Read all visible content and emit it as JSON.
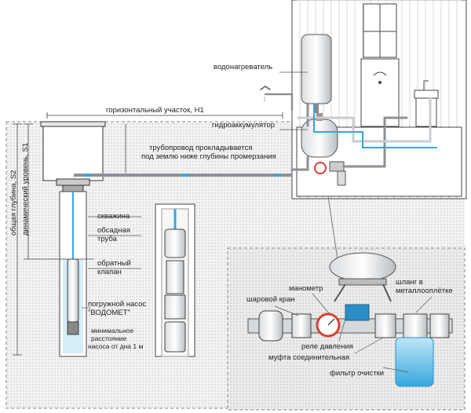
{
  "labels": {
    "water_heater": "водонагреватель",
    "horizontal_section": "горизонтальный участок, H1",
    "accumulator": "гидроаккумулятор",
    "pipeline_line1": "трубопровод прокладывается",
    "pipeline_line2": "под землю ниже глубины промерзания",
    "total_depth": "общая глубина, S2",
    "dynamic_level": "динамический уровень, S1",
    "well": "скважина",
    "casing_line1": "обсадная",
    "casing_line2": "труба",
    "check_valve_line1": "обратный",
    "check_valve_line2": "клапан",
    "pump_line1": "погружной насос",
    "pump_line2": "\"ВОДОМЕТ\"",
    "min_dist_line1": "минимальное",
    "min_dist_line2": "расстояние",
    "min_dist_line3": "насоса от дна 1 м",
    "manometer": "манометр",
    "hose_line1": "шланг в",
    "hose_line2": "металлооплётке",
    "ball_valve": "шаровой кран",
    "pressure_relay": "реле давления",
    "coupling": "муфта соединительная",
    "filter": "фильтр очистки"
  },
  "colors": {
    "pipe_gray": "#8c9196",
    "pipe_light": "#c9ced2",
    "water_blue": "#35a8dc",
    "ground_dots": "#b5b5b5",
    "wall_lines": "#7a7a7a",
    "gauge_red": "#d9412f"
  }
}
